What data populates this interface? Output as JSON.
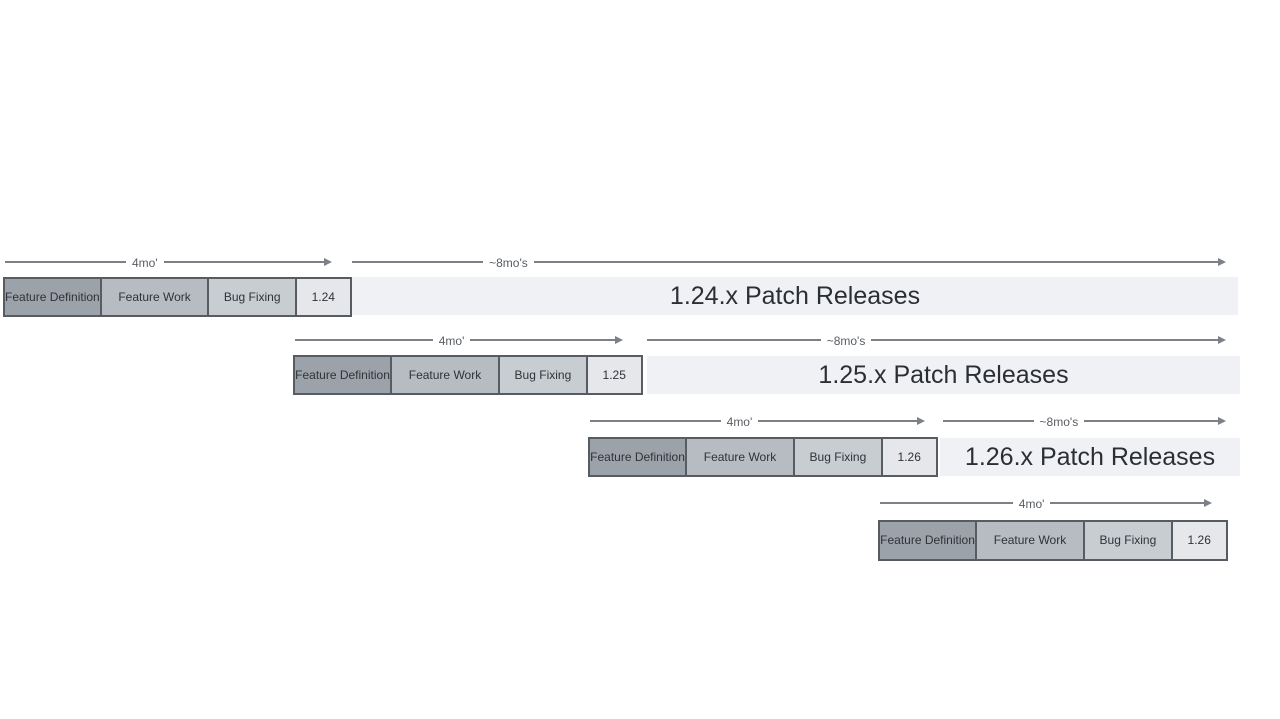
{
  "labels": {
    "feature_definition": "Feature Definition",
    "feature_work": "Feature Work",
    "bug_fixing": "Bug Fixing"
  },
  "rows": [
    {
      "version": "1.24",
      "dev_duration_label": "4mo'",
      "patch_duration_label": "~8mo's",
      "patch_label": "1.24.x Patch Releases"
    },
    {
      "version": "1.25",
      "dev_duration_label": "4mo'",
      "patch_duration_label": "~8mo's",
      "patch_label": "1.25.x Patch Releases"
    },
    {
      "version": "1.26",
      "dev_duration_label": "4mo'",
      "patch_duration_label": "~8mo's",
      "patch_label": "1.26.x Patch Releases"
    },
    {
      "version": "1.26",
      "dev_duration_label": "4mo'"
    }
  ],
  "colors": {
    "background": "#ffffff",
    "box_border": "#565c62",
    "box_text": "#2f3338",
    "feature_definition_fill": "#9ba2aa",
    "feature_work_fill": "#b6bcc2",
    "bug_fixing_fill": "#c8cdd2",
    "version_fill": "#e5e7ea",
    "patch_bar_fill": "#f0f1f4",
    "patch_text": "#2b2f35",
    "arrow_line": "#7b8186",
    "arrow_label_text": "#585d63"
  }
}
